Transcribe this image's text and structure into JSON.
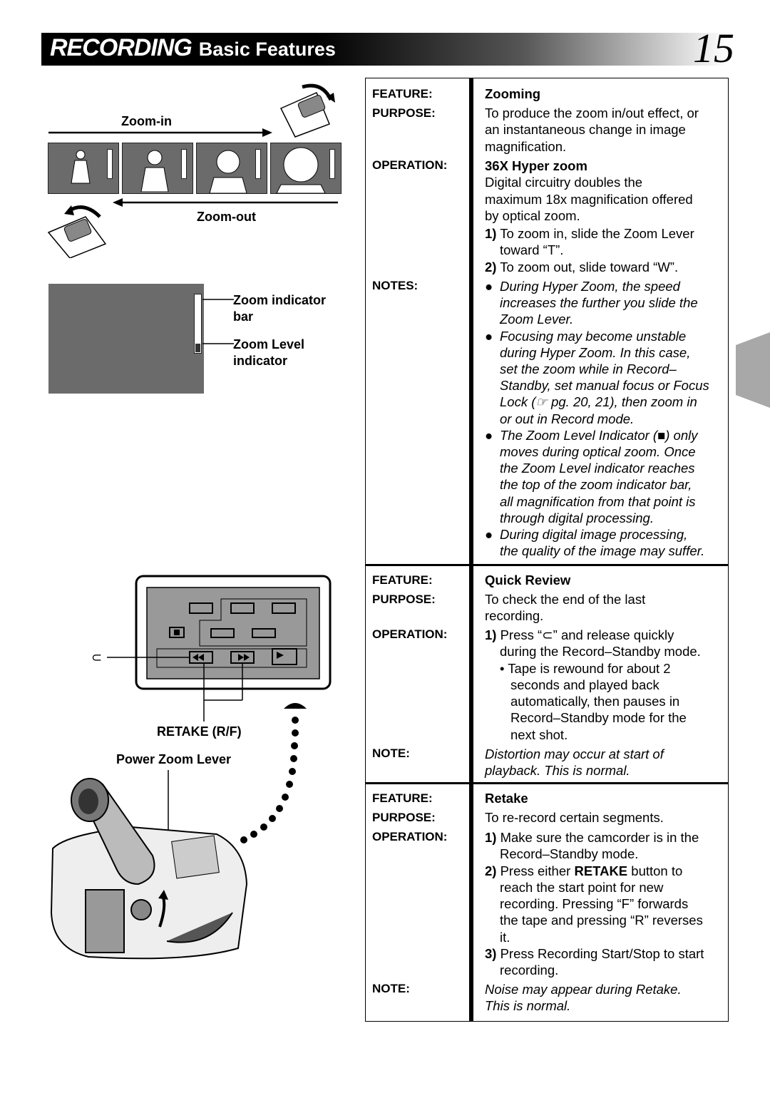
{
  "header": {
    "section": "RECORDING",
    "subsection": "Basic Features",
    "page_number": "15"
  },
  "illustration": {
    "zoom_in_label": "Zoom-in",
    "zoom_out_label": "Zoom-out",
    "zoom_indicator_bar_label": "Zoom indicator bar",
    "zoom_level_indicator_label": "Zoom Level indicator",
    "retake_label": "RETAKE (R/F)",
    "power_zoom_lever_label": "Power Zoom Lever"
  },
  "zooming": {
    "feature_key": "FEATURE:",
    "feature": "Zooming",
    "purpose_key": "PURPOSE:",
    "purpose_lines": [
      "To produce the zoom in/out effect, or",
      "an instantaneous change in image",
      "magnification."
    ],
    "operation_key": "OPERATION:",
    "operation_title": "36X Hyper zoom",
    "operation_lines": [
      "Digital circuitry doubles the",
      "maximum 18x magnification offered",
      "by optical zoom."
    ],
    "step1_num": "1)",
    "step1_lines": [
      "To zoom in, slide the Zoom Lever",
      "toward “T”."
    ],
    "step2_num": "2)",
    "step2_lines": [
      "To zoom out, slide toward “W”."
    ],
    "notes_key": "NOTES:",
    "note1_lines": [
      "During Hyper Zoom, the speed",
      "increases the further you slide the",
      "Zoom Lever."
    ],
    "note2_lines": [
      "Focusing may become unstable",
      "during Hyper Zoom. In this case,",
      "set the zoom while in Record–",
      "Standby, set manual focus or Focus",
      "Lock (☞ pg. 20, 21), then zoom in",
      "or out in Record mode."
    ],
    "note3_lines": [
      "The Zoom Level Indicator (■) only",
      "moves during optical zoom. Once",
      "the Zoom Level indicator reaches",
      "the top of the zoom indicator bar,",
      "all magnification from that point is",
      "through digital processing."
    ],
    "note4_lines": [
      "During digital image processing,",
      "the quality of the image may suffer."
    ]
  },
  "quick_review": {
    "feature_key": "FEATURE:",
    "feature": "Quick Review",
    "purpose_key": "PURPOSE:",
    "purpose_lines": [
      "To check the end of the last",
      "recording."
    ],
    "operation_key": "OPERATION:",
    "step1_num": "1)",
    "step1_lines": [
      "Press “⊂” and release quickly",
      "during the Record–Standby mode."
    ],
    "sub_lines": [
      "• Tape is rewound for about 2",
      "seconds and played back",
      "automatically, then pauses in",
      "Record–Standby mode for the",
      "next shot."
    ],
    "note_key": "NOTE:",
    "note_lines": [
      "Distortion may occur at start of",
      "playback. This is normal."
    ]
  },
  "retake": {
    "feature_key": "FEATURE:",
    "feature": "Retake",
    "purpose_key": "PURPOSE:",
    "purpose_lines": [
      "To re-record certain segments."
    ],
    "operation_key": "OPERATION:",
    "step1_num": "1)",
    "step1_lines": [
      "Make sure the camcorder is in the",
      "Record–Standby mode."
    ],
    "step2_num": "2)",
    "step2_pre": "Press either ",
    "step2_bold": "RETAKE",
    "step2_post": " button to",
    "step2_lines": [
      "reach the start point for new",
      "recording. Pressing “F” forwards",
      "the tape and pressing “R” reverses",
      "it."
    ],
    "step3_num": "3)",
    "step3_lines": [
      "Press Recording Start/Stop to start",
      "recording."
    ],
    "note_key": "NOTE:",
    "note_lines": [
      "Noise may appear during Retake.",
      "This is normal."
    ]
  }
}
